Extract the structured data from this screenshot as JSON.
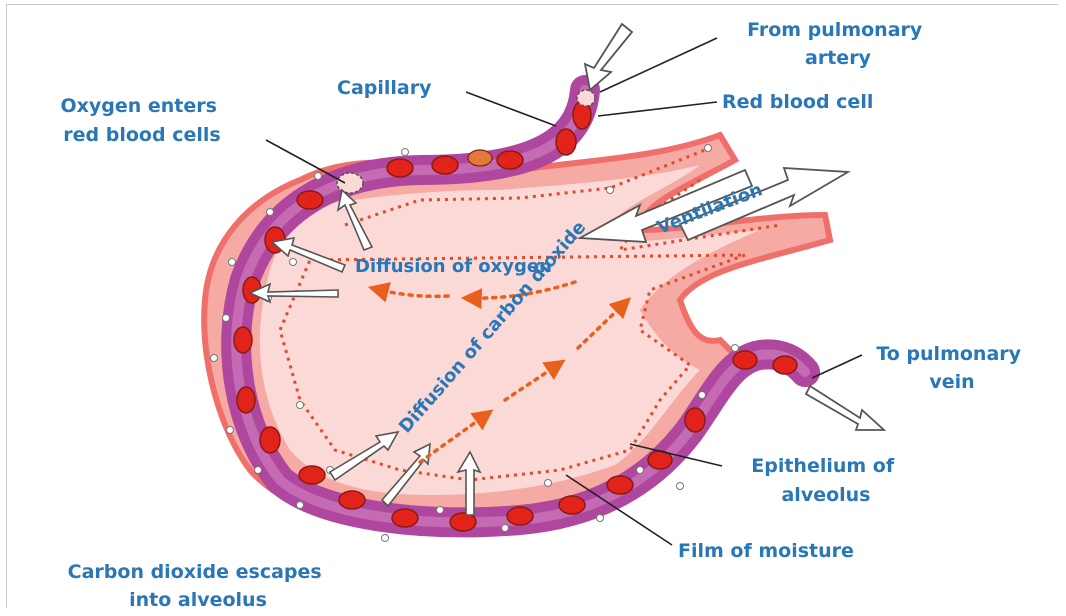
{
  "diagram": {
    "labels": {
      "from_pulmonary_artery": [
        "From pulmonary",
        "artery"
      ],
      "capillary": "Capillary",
      "red_blood_cell": "Red blood cell",
      "oxygen_enters": [
        "Oxygen enters",
        "red blood cells"
      ],
      "ventilation": "Ventilation",
      "diffusion_oxygen": "Diffusion of oxygen",
      "diffusion_co2": "Diffusion of carbon dioxide",
      "to_pulmonary_vein": [
        "To pulmonary",
        "vein"
      ],
      "epithelium": [
        "Epithelium of",
        "alveolus"
      ],
      "film_moisture": "Film of moisture",
      "co2_escapes": [
        "Carbon dioxide escapes",
        "into alveolus"
      ]
    },
    "colors": {
      "label_text": "#2a77b8",
      "capillary": "#b0479e",
      "red_cell": "#e2231a",
      "alveolus_fill": "#fbd9d6",
      "epithelium": "#ef6f6a",
      "dotted_arrows": "#e8601c"
    }
  }
}
